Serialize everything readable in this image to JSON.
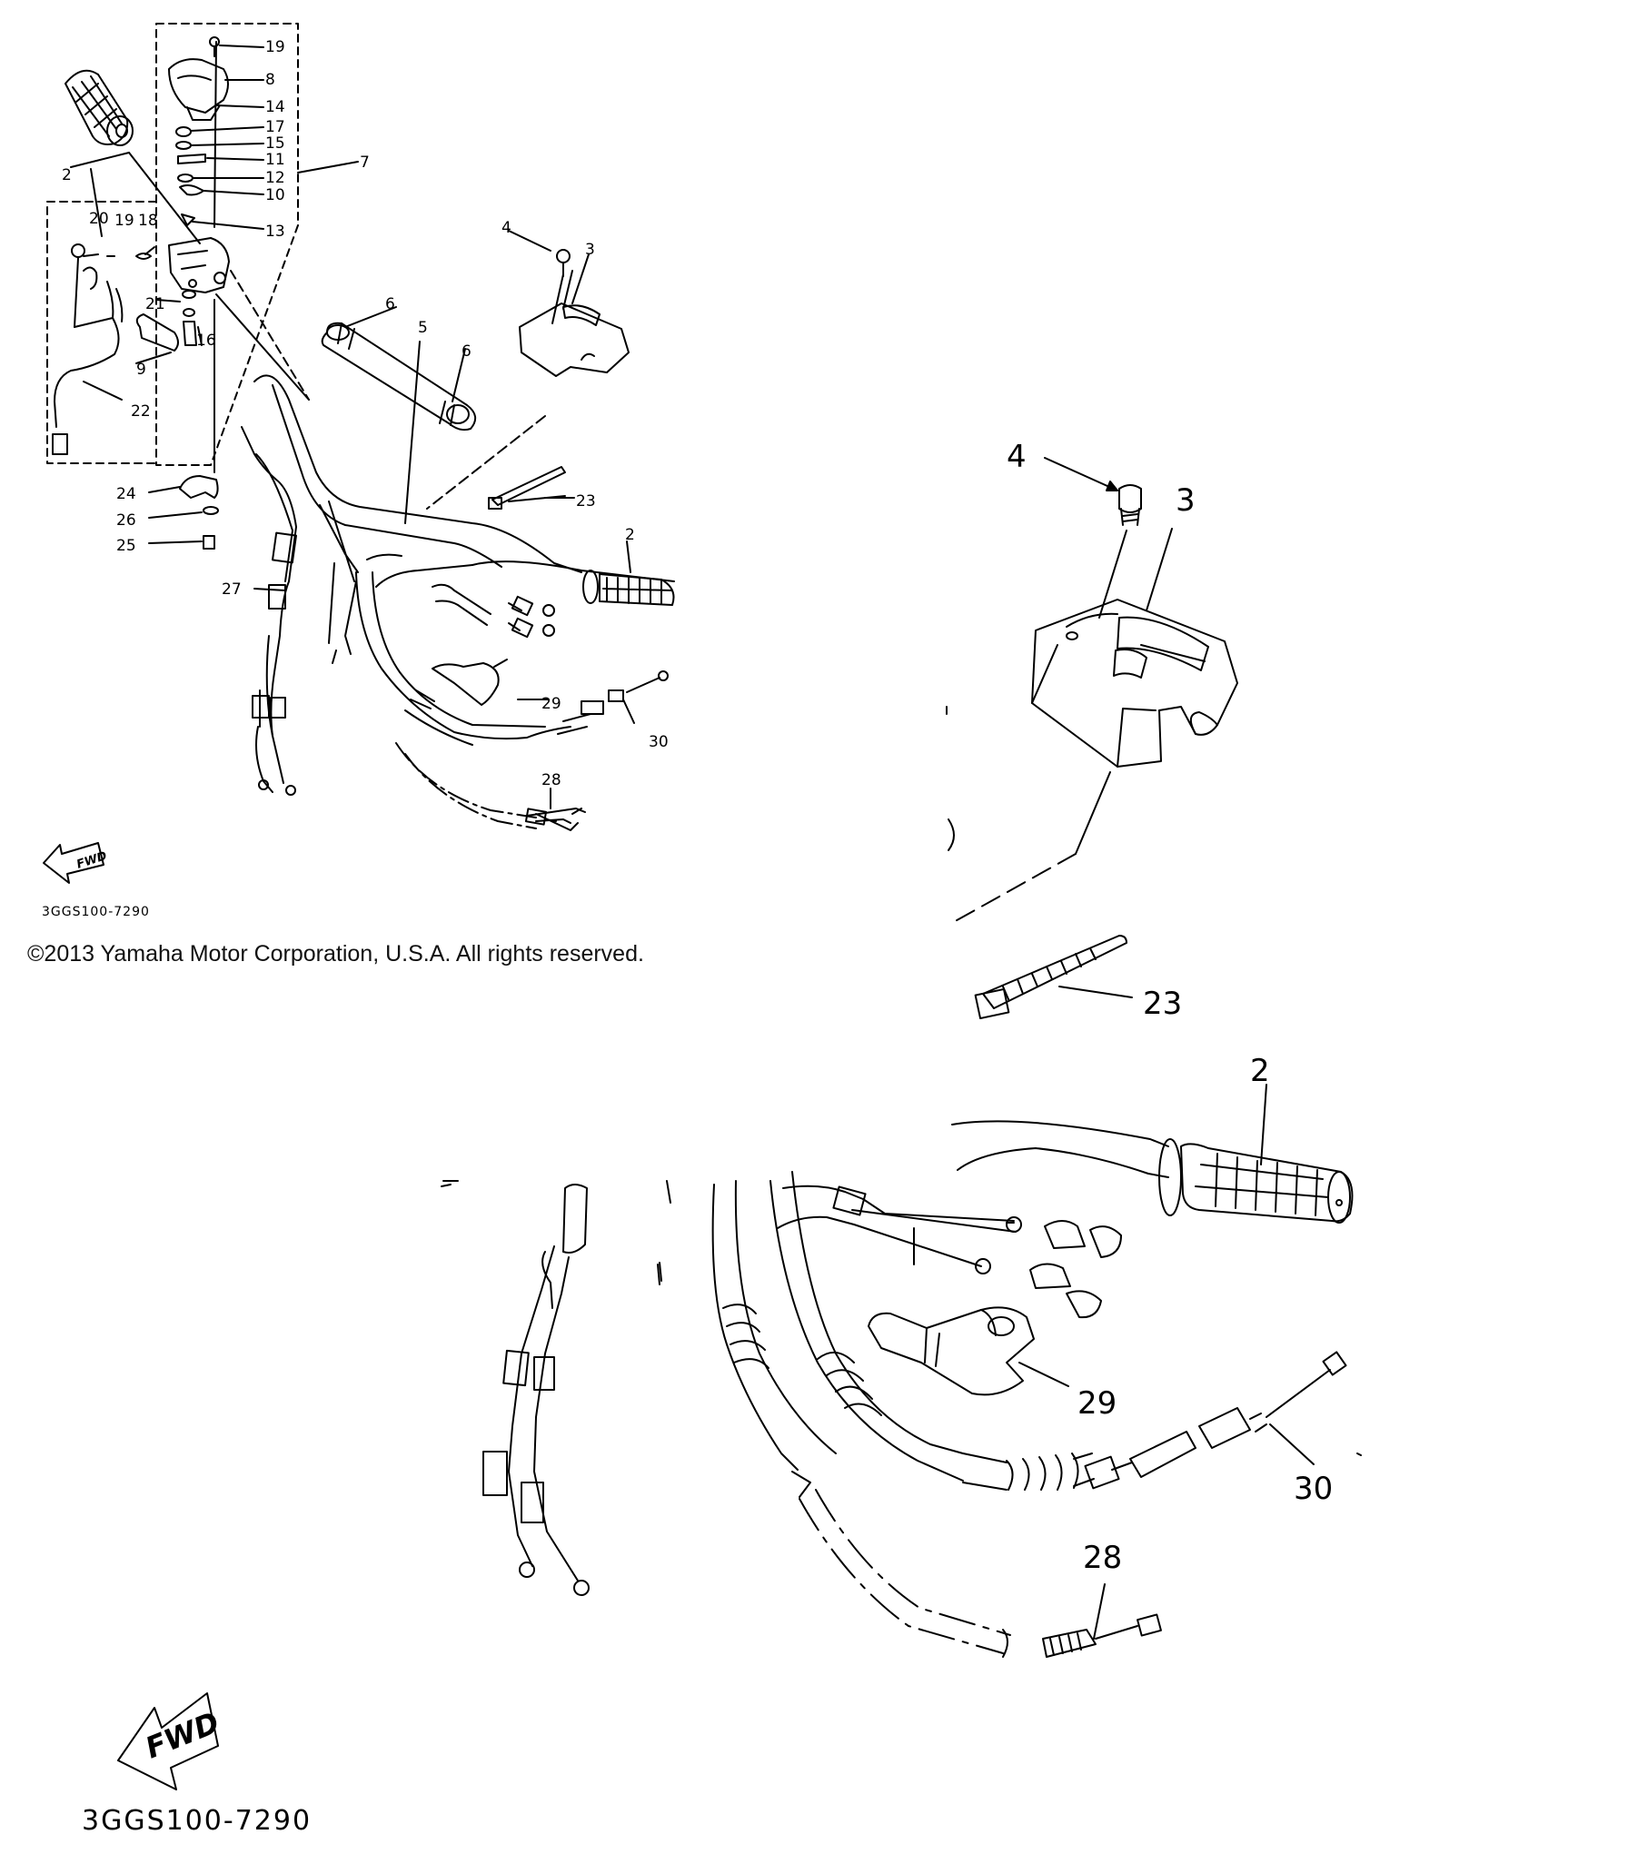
{
  "overview_labels": {
    "l19a": "19",
    "l8": "8",
    "l14": "14",
    "l17": "17",
    "l15": "15",
    "l11": "11",
    "l12": "12",
    "l10": "10",
    "l7": "7",
    "l13": "13",
    "l2a": "2",
    "l20": "20",
    "l19b": "19",
    "l18": "18",
    "l21": "21",
    "l16": "16",
    "l9": "9",
    "l22": "22",
    "l24": "24",
    "l26": "26",
    "l25": "25",
    "l27": "27",
    "l4": "4",
    "l3": "3",
    "l6a": "6",
    "l5": "5",
    "l6b": "6",
    "l23": "23",
    "l2b": "2",
    "l29": "29",
    "l30": "30",
    "l28": "28"
  },
  "detail_labels": {
    "l4": "4",
    "l3": "3",
    "l23": "23",
    "l2": "2",
    "l29": "29",
    "l30": "30",
    "l28": "28"
  },
  "fwd_label": "FWD",
  "diagram_code": "3GGS100-7290",
  "copyright": "©2013 Yamaha Motor Corporation, U.S.A. All rights reserved."
}
